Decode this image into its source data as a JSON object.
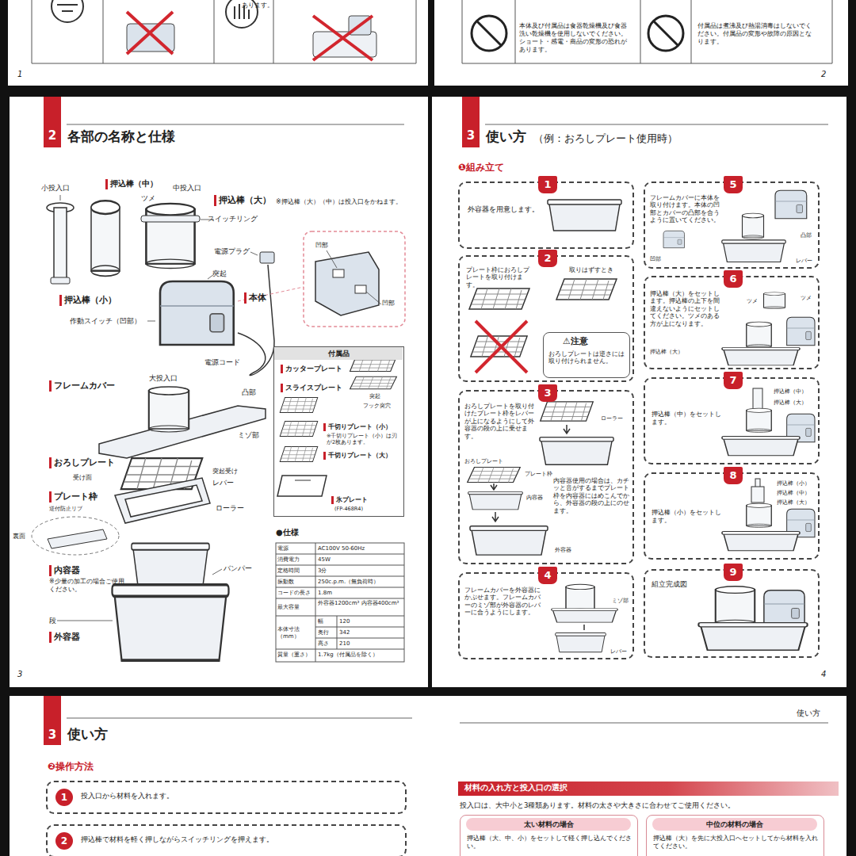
{
  "diagram": {
    "nodes": [
      {
        "text": [
          "2",
          "各部の名称と仕様"
        ]
      },
      {
        "text": [
          "付属品",
          "カッタープレート",
          "スライスプレート",
          "突起",
          "フック突穴",
          "千切りプレート（小）",
          "※千切りプレート（小）は刃が2枚あります。",
          "千切りプレート（大）",
          "氷プレート",
          "(FP-468R4)"
        ]
      },
      {
        "text": [
          "3",
          "使い方",
          "（例：おろしプレート使用時）"
        ]
      },
      {
        "text": [
          "1",
          "外容器を用意します。"
        ]
      },
      {
        "text": [
          "2",
          "プレート枠におろしプレートを取り付けます。",
          "取りはずすとき"
        ]
      },
      {
        "text": [
          "⚠注意",
          "おろしプレートは逆さには取り付けられません。"
        ],
        "in": 4
      },
      {
        "text": [
          "3",
          "おろしプレートを取り付けたプレート枠をレバーが上になるようにして外容器の段の上に乗せます。",
          "ローラー",
          "おろしプレート",
          "プレート枠",
          "内容器",
          "内容器使用の場合は、カチッと音がするまでプレート枠を内容器にはめこんでから、外容器の段の上にのせます。",
          "外容器"
        ]
      },
      {
        "text": [
          "4",
          "フレームカバーを外容器にかぶせます。フレームカバーのミゾ部が外容器のレバーに合うようにします。",
          "ミゾ部",
          "レバー"
        ]
      },
      {
        "text": [
          "5",
          "フレームカバーに本体を取り付けます。本体の凹部とカバーの凸部を合うように置いてください。",
          "凹部",
          "凸部",
          "レバー"
        ]
      },
      {
        "text": [
          "6",
          "押込棒（大）をセットします。押込棒の上下を間違えないようにセットしてください。ツメのある方が上になります。",
          "ツメ",
          "ツメ",
          "押込棒（大）"
        ]
      },
      {
        "text": [
          "7",
          "押込棒（中）をセットします。",
          "押込棒（中）",
          "押込棒（大）"
        ]
      },
      {
        "text": [
          "8",
          "押込棒（小）をセットします。",
          "押込棒（小）",
          "押込棒（中）",
          "押込棒（大）"
        ]
      },
      {
        "text": [
          "9",
          "組立完成図"
        ]
      },
      {
        "text": [
          "3",
          "使い方"
        ]
      },
      {
        "text": [
          "1",
          "投入口から材料を入れます。"
        ]
      },
      {
        "text": [
          "2",
          "押込棒で材料を軽く押しながらスイッチリングを押えます。"
        ]
      },
      {
        "text": [
          "材料の入れ方と投入口の選択"
        ]
      },
      {
        "text": [
          "太い材料の場合",
          "押込棒（大、中、小）をセットして軽く押し込んでください。"
        ]
      },
      {
        "text": [
          "中位の材料の場合",
          "押込棒（大）を先に大投入口へセットしてから材料を入れてください。"
        ]
      }
    ],
    "labels": [
      "あります。",
      "1",
      "本体及び付属品は食器乾燥機及び食器洗い乾燥機を使用しないでください。ショート・感電・商品の変形の恐れがあります。",
      "付属品は煮沸及び熱湯消毒はしないでください。付属品の変形や故障の原因となります。",
      "2",
      "小投入口",
      "押込棒（中）",
      "中投入口",
      "ツメ",
      "押込棒（大）",
      "※押込棒（大）（中）は投入口をかねます。",
      "スイッチリング",
      "電源プラグ",
      "突起",
      "押込棒（小）",
      "本体",
      "作動スイッチ（凹部）",
      "電源コード",
      "大投入口",
      "フレームカバー",
      "凸部",
      "ミゾ部",
      "おろしプレート",
      "受け面",
      "突起受け",
      "レバー",
      "プレート枠",
      "ローラー",
      "逆付防止リブ",
      "裏面",
      "内容器",
      "※少量の加工の場合ご使用ください。",
      "バンパー",
      "段",
      "外容器",
      "3",
      "凹部",
      "凹部",
      "●仕様",
      "電源",
      "AC100V 50-60Hz",
      "消費電力",
      "45W",
      "定格時間",
      "3分",
      "振動数",
      "250c.p.m.（無負荷時）",
      "コードの長さ",
      "1.8m",
      "最大容量",
      "外容器1200cm³ 内容器400cm³",
      "本体寸法（mm）",
      "幅",
      "120",
      "奥行",
      "342",
      "高さ",
      "210",
      "質量（重さ）",
      "1.7kg（付属品を除く）",
      "❶組み立て",
      "4",
      "使い方",
      "❷操作方法",
      "投入口は、大中小と3種類あります。材料の太さや大きさに合わせてご使用ください。"
    ]
  }
}
